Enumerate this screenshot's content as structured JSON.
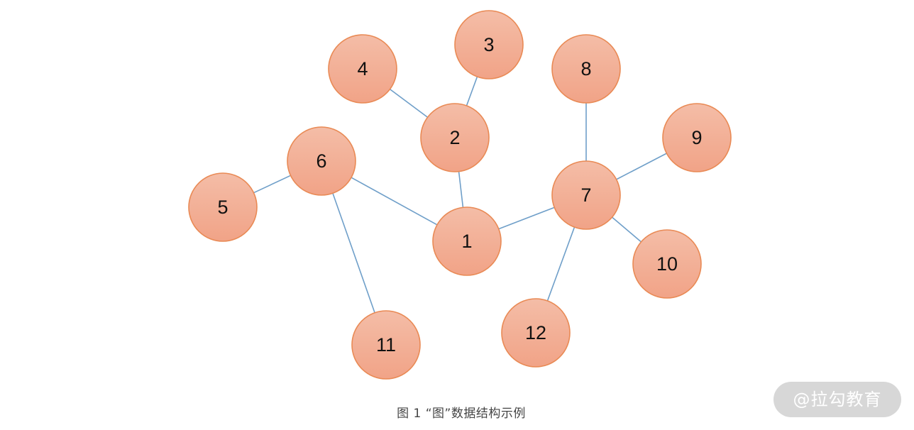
{
  "diagram": {
    "nodes": [
      {
        "id": "1",
        "label": "1"
      },
      {
        "id": "2",
        "label": "2"
      },
      {
        "id": "3",
        "label": "3"
      },
      {
        "id": "4",
        "label": "4"
      },
      {
        "id": "5",
        "label": "5"
      },
      {
        "id": "6",
        "label": "6"
      },
      {
        "id": "7",
        "label": "7"
      },
      {
        "id": "8",
        "label": "8"
      },
      {
        "id": "9",
        "label": "9"
      },
      {
        "id": "10",
        "label": "10"
      },
      {
        "id": "11",
        "label": "11"
      },
      {
        "id": "12",
        "label": "12"
      }
    ],
    "edges": [
      {
        "from": "4",
        "to": "2"
      },
      {
        "from": "3",
        "to": "2"
      },
      {
        "from": "2",
        "to": "1"
      },
      {
        "from": "6",
        "to": "5"
      },
      {
        "from": "6",
        "to": "1"
      },
      {
        "from": "6",
        "to": "11"
      },
      {
        "from": "1",
        "to": "7"
      },
      {
        "from": "8",
        "to": "7"
      },
      {
        "from": "9",
        "to": "7"
      },
      {
        "from": "7",
        "to": "10"
      },
      {
        "from": "7",
        "to": "12"
      }
    ],
    "colors": {
      "node_fill_top": "#f4bda7",
      "node_fill_bottom": "#f1a387",
      "node_stroke": "#e98a55",
      "edge": "#6f9fc9"
    }
  },
  "caption": "图 1 “图”数据结构示例",
  "watermark": "@拉勾教育"
}
